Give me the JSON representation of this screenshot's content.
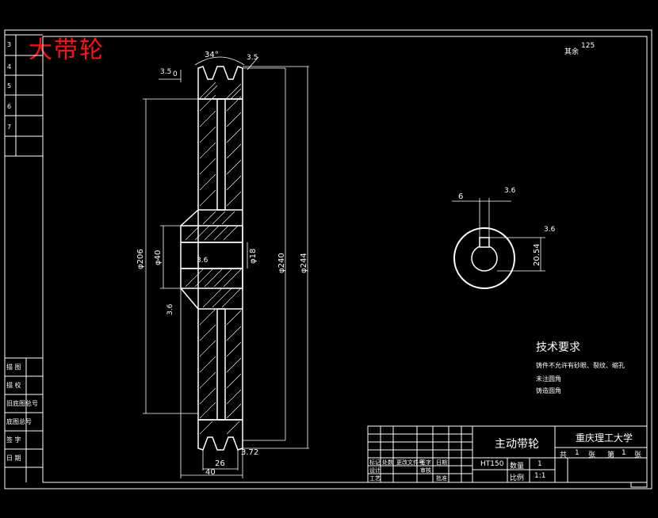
{
  "drawing": {
    "title": "大带轮",
    "top_roughness": "125",
    "top_roughness_label": "其余",
    "dims": {
      "groove_angle": "34°",
      "rough_left_top": "3.5",
      "rough_left_top_sub": "0",
      "rough_right_top": "3.5",
      "d206": "φ206",
      "d40": "φ40",
      "d18": "φ18",
      "d240": "φ240",
      "d244": "φ244",
      "hub_rough": "3.6",
      "bore_rough": "3.6",
      "w26": "26",
      "w40": "40",
      "w372": "3.72"
    },
    "section": {
      "key_width": "6",
      "rough_key": "3.6",
      "rough_right": "3.6",
      "dim_2054": "20.54"
    },
    "tech_req": {
      "heading": "技术要求",
      "lines": [
        "铸件不允许有砂眼、裂纹、缩孔",
        "未注圆角",
        "铸造圆角"
      ]
    },
    "side_labels": [
      "描 图",
      "描 校",
      "旧底图总号",
      "底图总号",
      "签 字",
      "日 期"
    ],
    "side_top_labels": [
      "3",
      "4",
      "5",
      "6",
      "7"
    ],
    "title_block": {
      "part_name": "主动带轮",
      "school": "重庆理工大学",
      "material": "HT150",
      "count_label": "数量",
      "count": "1",
      "scale_label": "比例",
      "scale": "1:1",
      "sheet_row": [
        "共",
        "1",
        "张",
        "第",
        "1",
        "张"
      ],
      "labels_row1": [
        "标记",
        "处数",
        "更改文件号",
        "签字",
        "日期"
      ],
      "labels_row2": [
        "设计",
        "",
        "审核",
        "",
        "工艺",
        "批准"
      ]
    }
  }
}
